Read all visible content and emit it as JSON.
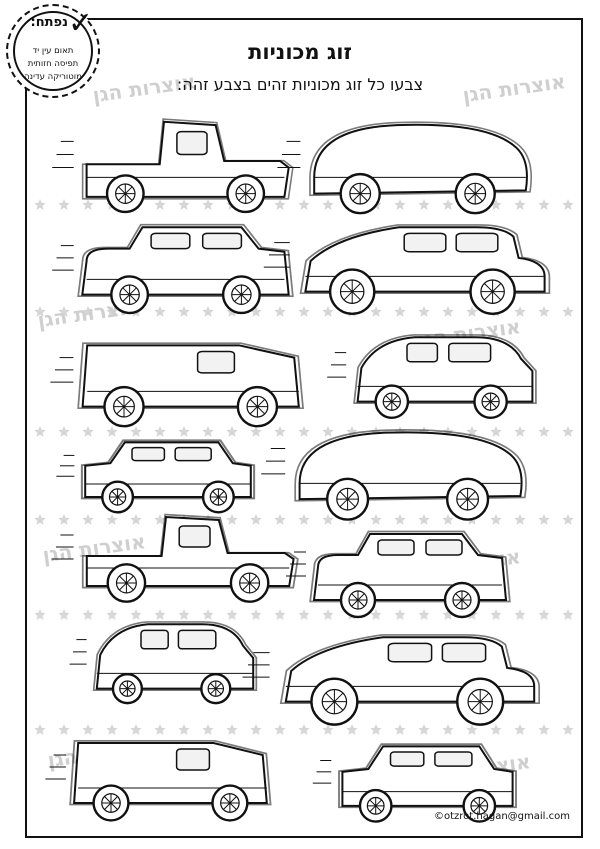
{
  "page": {
    "title": "זוג מכוניות",
    "instruction": "צבעו כל זוג מכוניות זהים בצבע זהה:",
    "footer": "©otzrot.hagan@gmail.com",
    "watermark": "אוצרות הגן"
  },
  "badge": {
    "heading": "נפתח:",
    "skills": [
      "תאום עין יד",
      "תפיסה חזותית",
      "מוטוריקה עדינה"
    ]
  },
  "cars": [
    {
      "type": "pickup"
    },
    {
      "type": "beetle"
    },
    {
      "type": "taxi"
    },
    {
      "type": "sedan"
    },
    {
      "type": "van"
    },
    {
      "type": "compact"
    },
    {
      "type": "sedan-small"
    },
    {
      "type": "beetle"
    },
    {
      "type": "pickup"
    },
    {
      "type": "taxi"
    },
    {
      "type": "compact"
    },
    {
      "type": "sedan"
    },
    {
      "type": "van"
    },
    {
      "type": "sedan-small"
    }
  ]
}
